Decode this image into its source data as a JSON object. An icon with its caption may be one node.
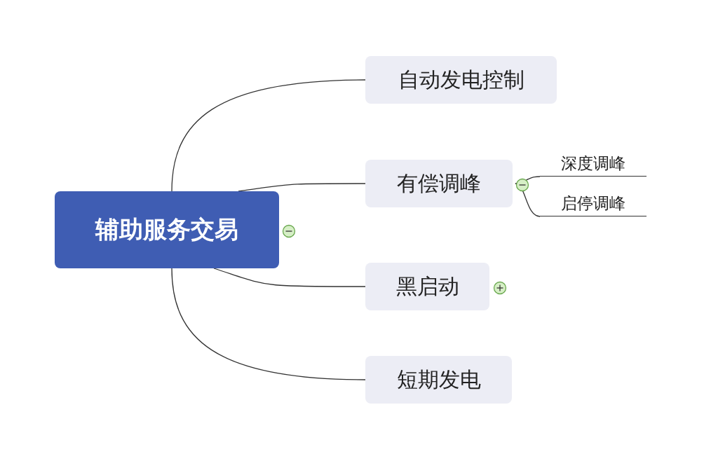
{
  "diagram": {
    "nodes": [
      {
        "text": [
          "辅助服务交易"
        ]
      },
      {
        "text": [
          "自动发电控制"
        ]
      },
      {
        "text": [
          "有偿调峰"
        ]
      },
      {
        "text": [
          "深度调峰"
        ]
      },
      {
        "text": [
          "启停调峰"
        ]
      },
      {
        "text": [
          "黑启动"
        ]
      },
      {
        "text": [
          "短期发电"
        ]
      }
    ],
    "edges": [
      {
        "from": 0,
        "to": 1,
        "arrow": "none"
      },
      {
        "from": 0,
        "to": 2,
        "arrow": "none"
      },
      {
        "from": 2,
        "to": 3,
        "arrow": "none"
      },
      {
        "from": 2,
        "to": 4,
        "arrow": "none"
      },
      {
        "from": 0,
        "to": 5,
        "arrow": "none"
      },
      {
        "from": 0,
        "to": 6,
        "arrow": "none"
      }
    ]
  }
}
